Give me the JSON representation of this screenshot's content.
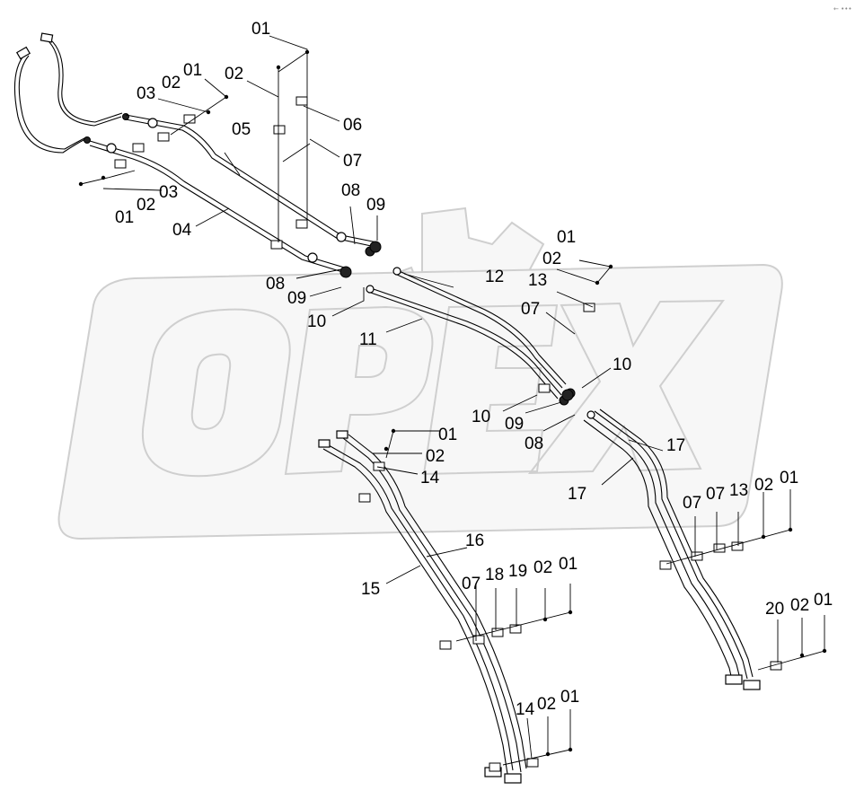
{
  "watermark": {
    "text": "OPEX"
  },
  "corner_mark": "← •••",
  "callouts": [
    {
      "id": "c1",
      "text": "01"
    },
    {
      "id": "c2",
      "text": "02"
    },
    {
      "id": "c3",
      "text": "06"
    },
    {
      "id": "c4",
      "text": "07"
    },
    {
      "id": "c5",
      "text": "01"
    },
    {
      "id": "c6",
      "text": "02"
    },
    {
      "id": "c7",
      "text": "03"
    },
    {
      "id": "c8",
      "text": "05"
    },
    {
      "id": "c9",
      "text": "03"
    },
    {
      "id": "c10",
      "text": "02"
    },
    {
      "id": "c11",
      "text": "01"
    },
    {
      "id": "c12",
      "text": "04"
    },
    {
      "id": "c13",
      "text": "08"
    },
    {
      "id": "c14",
      "text": "09"
    },
    {
      "id": "c15",
      "text": "08"
    },
    {
      "id": "c16",
      "text": "09"
    },
    {
      "id": "c17",
      "text": "10"
    },
    {
      "id": "c18",
      "text": "12"
    },
    {
      "id": "c19",
      "text": "11"
    },
    {
      "id": "c20",
      "text": "01"
    },
    {
      "id": "c21",
      "text": "02"
    },
    {
      "id": "c22",
      "text": "13"
    },
    {
      "id": "c23",
      "text": "07"
    },
    {
      "id": "c24",
      "text": "10"
    },
    {
      "id": "c25",
      "text": "10"
    },
    {
      "id": "c26",
      "text": "09"
    },
    {
      "id": "c27",
      "text": "08"
    },
    {
      "id": "c28",
      "text": "17"
    },
    {
      "id": "c29",
      "text": "17"
    },
    {
      "id": "c30",
      "text": "01"
    },
    {
      "id": "c31",
      "text": "02"
    },
    {
      "id": "c32",
      "text": "14"
    },
    {
      "id": "c33",
      "text": "16"
    },
    {
      "id": "c34",
      "text": "15"
    },
    {
      "id": "c35",
      "text": "07"
    },
    {
      "id": "c36",
      "text": "18"
    },
    {
      "id": "c37",
      "text": "19"
    },
    {
      "id": "c38",
      "text": "02"
    },
    {
      "id": "c39",
      "text": "01"
    },
    {
      "id": "c40",
      "text": "07"
    },
    {
      "id": "c41",
      "text": "07"
    },
    {
      "id": "c42",
      "text": "13"
    },
    {
      "id": "c43",
      "text": "02"
    },
    {
      "id": "c44",
      "text": "01"
    },
    {
      "id": "c45",
      "text": "20"
    },
    {
      "id": "c46",
      "text": "02"
    },
    {
      "id": "c47",
      "text": "01"
    },
    {
      "id": "c48",
      "text": "14"
    },
    {
      "id": "c49",
      "text": "02"
    },
    {
      "id": "c50",
      "text": "01"
    }
  ]
}
